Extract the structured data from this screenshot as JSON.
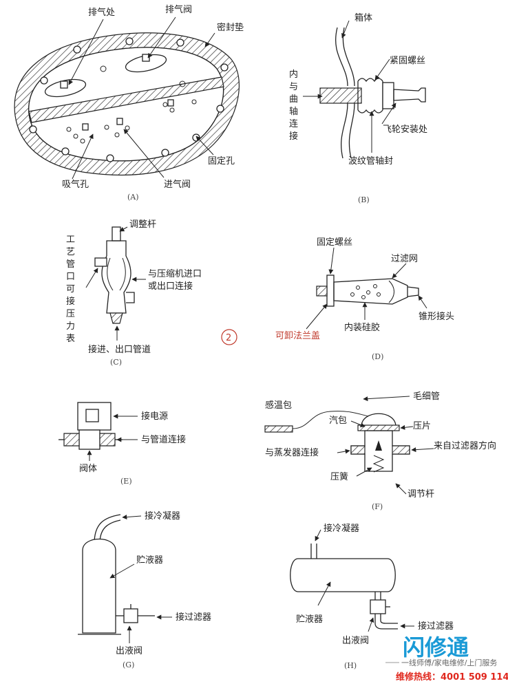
{
  "panelA": {
    "labels": {
      "exhaust_spot": "排气处",
      "exhaust_valve": "排气阀",
      "gasket": "密封垫",
      "fixing_hole": "固定孔",
      "suction_hole": "吸气孔",
      "intake_valve": "进气阀"
    },
    "caption": "(A)"
  },
  "panelB": {
    "labels": {
      "box": "箱体",
      "fastening_screw": "紧固螺丝",
      "crankshaft_text": [
        "内",
        "与",
        "曲",
        "轴",
        "连",
        "接"
      ],
      "flywheel_spot": "飞轮安装处",
      "bellows_seal": "波纹管轴封"
    },
    "caption": "(B)"
  },
  "panelC": {
    "labels": {
      "adjust_rod": "调整杆",
      "process_port_text": [
        "工",
        "艺",
        "管",
        "口",
        "可",
        "接",
        "压",
        "力",
        "表"
      ],
      "compressor_line1": "与压缩机进口",
      "compressor_line2": "或出口连接",
      "pipe_conn": "接进、出口管道"
    },
    "caption": "(C)"
  },
  "panelD": {
    "labels": {
      "fixing_screw": "固定螺丝",
      "filter_mesh": "过滤网",
      "removable_flange": "可卸法兰盖",
      "silica_gel": "内装硅胶",
      "cone_joint": "锥形接头"
    },
    "caption": "(D)"
  },
  "circled_number": "2",
  "panelE": {
    "labels": {
      "power": "接电源",
      "pipe": "与管道连接",
      "body": "阀体"
    },
    "caption": "(E)"
  },
  "panelF": {
    "labels": {
      "capillary": "毛细管",
      "sensor_bulb": "感温包",
      "bellows": "汽包",
      "press_plate": "压片",
      "evaporator": "与蒸发器连接",
      "from_filter": "来自过滤器方向",
      "spring": "压簧",
      "adjust_rod": "调节杆"
    },
    "caption": "(F)"
  },
  "panelG": {
    "labels": {
      "to_condenser": "接冷凝器",
      "receiver": "贮液器",
      "to_filter": "接过滤器",
      "outlet_valve": "出液阀"
    },
    "caption": "(G)"
  },
  "panelH": {
    "labels": {
      "to_condenser": "接冷凝器",
      "receiver": "贮液器",
      "to_filter": "接过滤器",
      "outlet_valve": "出液阀"
    },
    "caption": "(H)"
  },
  "brand": {
    "name": "闪修通",
    "tagline": "一线师傅/家电维修/上门服务",
    "hotline": "维修热线：4001 509 114"
  },
  "colors": {
    "brand_blue": "#1a9ad6",
    "hotline_red": "#e0281e"
  }
}
